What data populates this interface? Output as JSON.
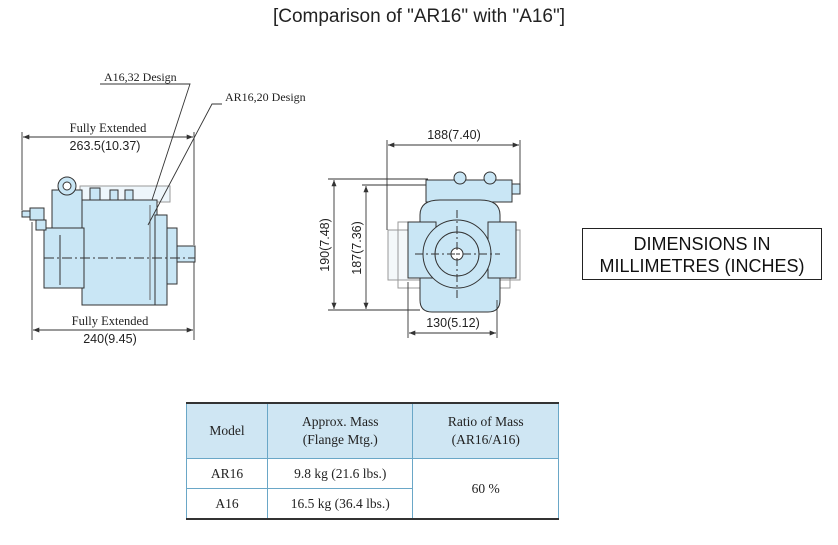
{
  "title": "[Comparison of \"AR16\" with \"A16\"]",
  "units_note": {
    "line1": "DIMENSIONS IN",
    "line2": "MILLIMETRES (INCHES)"
  },
  "side_view": {
    "label_a16_32": "A16,32 Design",
    "label_ar16_20": "AR16,20 Design",
    "top_dim_label": "Fully Extended",
    "top_dim_value": "263.5(10.37)",
    "bottom_dim_label": "Fully Extended",
    "bottom_dim_value": "240(9.45)"
  },
  "front_view": {
    "width_top": "188(7.40)",
    "height_outer": "190(7.48)",
    "height_inner": "187(7.36)",
    "width_bottom": "130(5.12)"
  },
  "table": {
    "headers": {
      "model": "Model",
      "mass_line1": "Approx. Mass",
      "mass_line2": "(Flange Mtg.)",
      "ratio_line1": "Ratio of Mass",
      "ratio_line2": "(AR16/A16)"
    },
    "rows": [
      {
        "model": "AR16",
        "mass": "9.8 kg (21.6 lbs.)"
      },
      {
        "model": "A16",
        "mass": "16.5 kg (36.4 lbs.)"
      }
    ],
    "ratio": "60 %"
  },
  "colors": {
    "pump_fill": "#c9e6f5",
    "pump_stroke": "#333333",
    "table_header": "#cfe6f3",
    "table_border": "#6aa7c7"
  }
}
